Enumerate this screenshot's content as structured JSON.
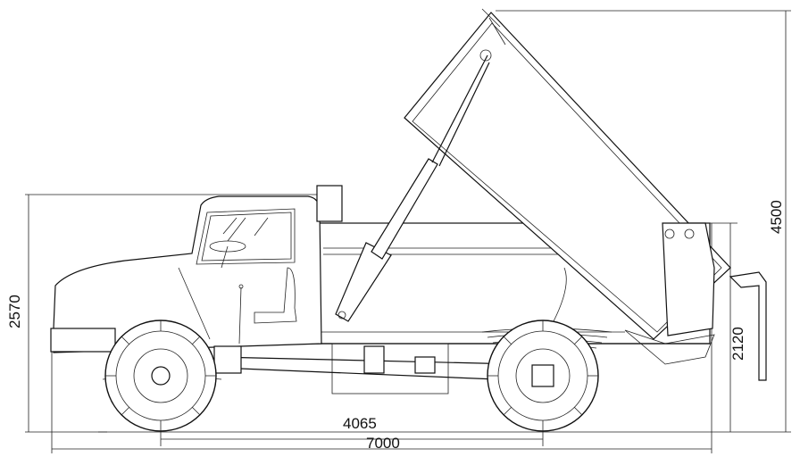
{
  "drawing": {
    "subject": "",
    "dimensions": {
      "wheelbase": "4065",
      "overall_length": "7000",
      "overall_height": "2570",
      "raised_body_height": "4500",
      "rear_height": "2120"
    }
  }
}
